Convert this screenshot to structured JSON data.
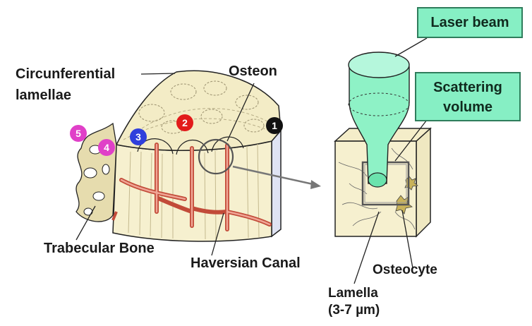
{
  "labels": {
    "circumferential_line1": "Circunferential",
    "circumferential_line2": "lamellae",
    "osteon": "Osteon",
    "trabecular": "Trabecular Bone",
    "haversian": "Haversian Canal",
    "laser_beam": "Laser beam",
    "scattering_line1": "Scattering",
    "scattering_line2": "volume",
    "osteocyte": "Osteocyte",
    "lamella": "Lamella",
    "lamella_size": "(3-7 µm)"
  },
  "markers": [
    {
      "number": "1",
      "color": "#111111"
    },
    {
      "number": "2",
      "color": "#e21b1b"
    },
    {
      "number": "3",
      "color": "#2f3fdc"
    },
    {
      "number": "4",
      "color": "#e040c8"
    },
    {
      "number": "5",
      "color": "#e040c8"
    }
  ],
  "colors": {
    "bone": "#f6f0cf",
    "bone_dark": "#e7ddb0",
    "canal": "#e58a78",
    "laser": "#8ef2c6",
    "laser_edge": "#3f9a73",
    "box_fill": "#86efc4"
  }
}
